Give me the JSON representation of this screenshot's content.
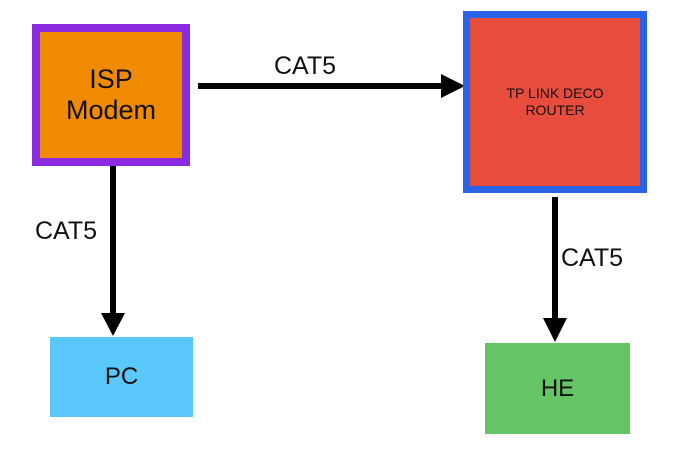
{
  "nodes": {
    "isp": {
      "label": "ISP\nModem",
      "fill": "#f08a00",
      "border": "#8a2be2"
    },
    "router": {
      "label": "TP LINK DECO\nROUTER",
      "fill": "#e84c3d",
      "border": "#2b63e8"
    },
    "pc": {
      "label": "PC",
      "fill": "#5ac8fa"
    },
    "he": {
      "label": "HE",
      "fill": "#65c466"
    }
  },
  "edges": [
    {
      "from": "isp",
      "to": "router",
      "label": "CAT5"
    },
    {
      "from": "isp",
      "to": "pc",
      "label": "CAT5"
    },
    {
      "from": "router",
      "to": "he",
      "label": "CAT5"
    }
  ],
  "edge_color": "#000000"
}
